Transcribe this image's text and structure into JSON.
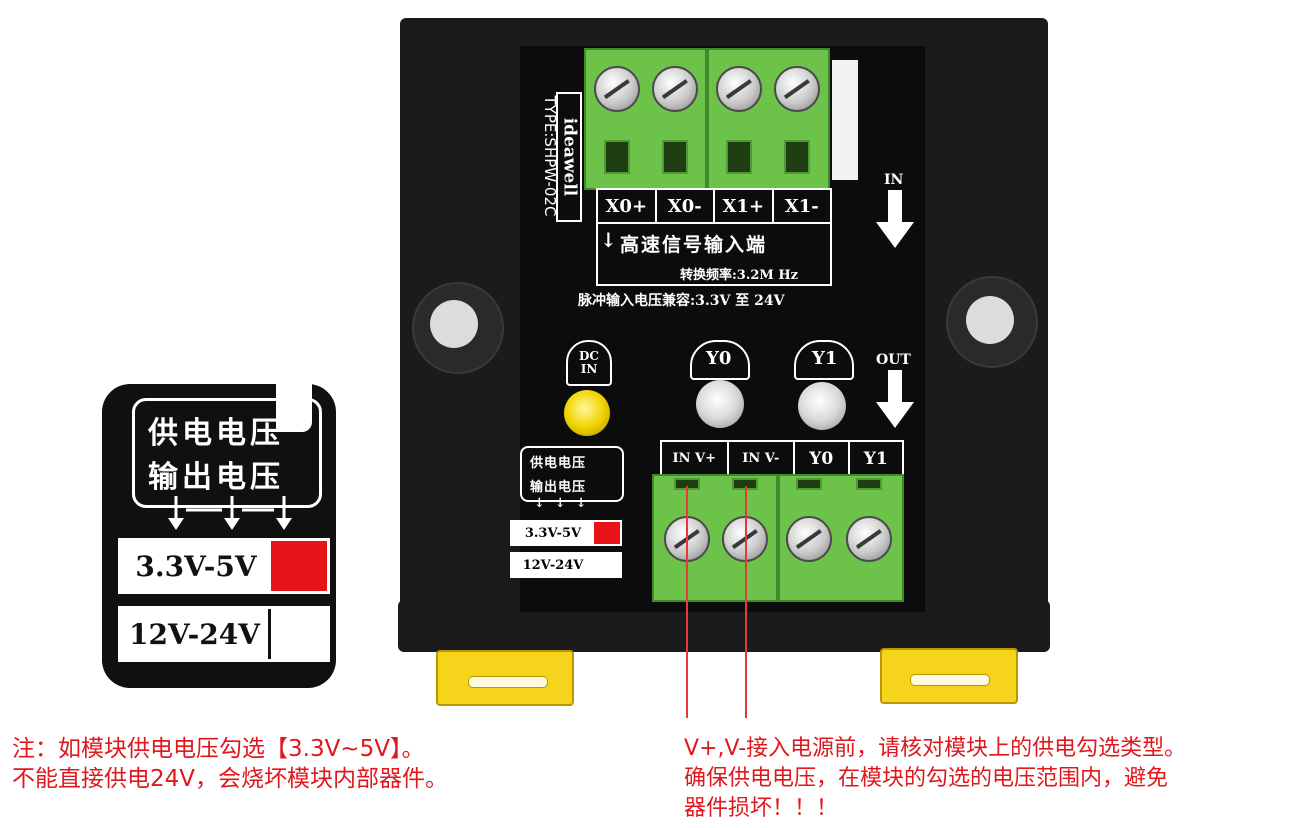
{
  "module": {
    "brand": "ideawell",
    "type": "TYPE:SHPW-02C",
    "input_terminals": [
      "X0+",
      "X0-",
      "X1+",
      "X1-"
    ],
    "input_title": "高速信号输入端",
    "conversion_freq": "转换频率:3.2M Hz",
    "pulse_voltage": "脉冲输入电压兼容:3.3V 至 24V",
    "in_arrow_label": "IN",
    "out_arrow_label": "OUT",
    "dc_in_label": "DC IN",
    "led_y0": "Y0",
    "led_y1": "Y1",
    "out_terminals": [
      "IN V+",
      "IN V-",
      "Y0",
      "Y1"
    ],
    "supply_label": "供电电压",
    "output_label": "输出电压",
    "option_low": "3.3V-5V",
    "option_high": "12V-24V"
  },
  "zoom": {
    "supply_label": "供电电压",
    "output_label": "输出电压",
    "option_low": "3.3V-5V",
    "option_high": "12V-24V"
  },
  "notes": {
    "left_line1": "注：如模块供电电压勾选【3.3V~5V】。",
    "left_line2": "不能直接供电24V，会烧坏模块内部器件。",
    "right_line1": "V+,V-接入电源前，请核对模块上的供电勾选类型。",
    "right_line2": "确保供电电压，在模块的勾选的电压范围内，避免",
    "right_line3": "器件损坏！！！"
  },
  "colors": {
    "terminal_green": "#6dc24a",
    "warning_red": "#e0171d",
    "selected_red": "#e8141a",
    "clip_yellow": "#f6d41c"
  }
}
